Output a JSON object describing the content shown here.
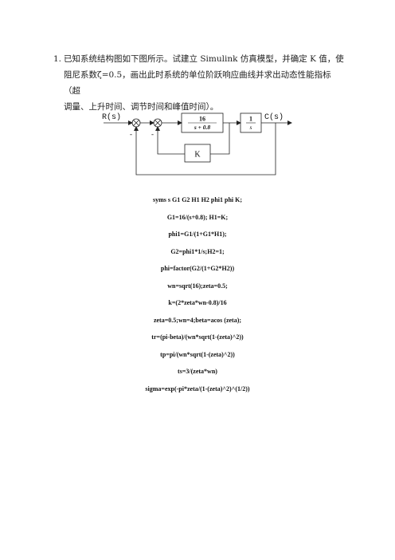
{
  "question": {
    "number": "1.",
    "line1": "已知系统结构图如下图所示。试建立 Simulink 仿真模型，并确定 K 值，使",
    "line2": "阻尼系数ζ=0.5，画出此时系统的单位阶跃响应曲线并求出动态性能指标（超",
    "line3": "调量、上升时间、调节时间和峰值时间）。"
  },
  "diagram": {
    "input_label": "R(s)",
    "output_label": "C(s)",
    "block1_numerator": "16",
    "block1_denominator": "s + 0.8",
    "block2_numerator": "1",
    "block2_denominator": "s",
    "feedback_block": "K",
    "sign1": "-",
    "sign2": "-"
  },
  "code_lines": [
    "syms s G1 G2 H1 H2 phi1 phi K;",
    "G1=16/(s+0.8); H1=K;",
    "phi1=G1/(1+G1*H1);",
    "G2=phi1*1/s;H2=1;",
    "phi=factor(G2/(1+G2*H2))",
    "wn=sqrt(16);zeta=0.5;",
    "k=(2*zeta*wn-0.8)/16",
    "zeta=0.5;wn=4;beta=acos (zeta);",
    "tr=(pi-beta)/(wn*sqrt(1-(zeta)^2))",
    "tp=pi/(wn*sqrt(1-(zeta)^2))",
    "ts=3/(zeta*wn)",
    "sigma=exp(-pi*zeta/(1-(zeta)^2)^(1/2))"
  ]
}
